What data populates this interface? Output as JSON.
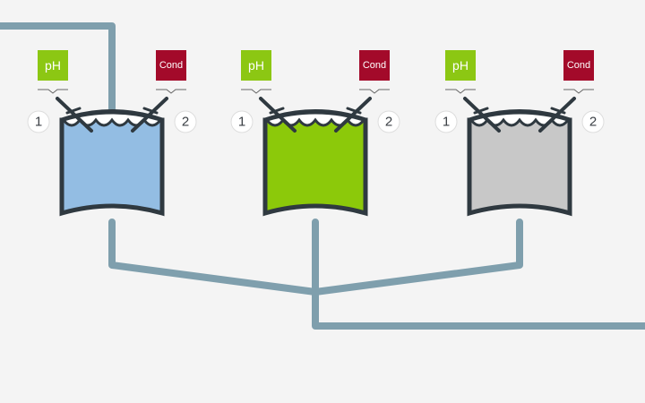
{
  "colors": {
    "background": "#f4f4f4",
    "pipe": "#7f9fad",
    "outline": "#2f3940",
    "ph_badge": "#8cc713",
    "cond_badge": "#a30a2a",
    "number_circle": "#ffffff"
  },
  "tanks": [
    {
      "fill_color": "#93bde3",
      "ph_label": "pH",
      "cond_label": "Cond",
      "sensor_left_number": "1",
      "sensor_right_number": "2"
    },
    {
      "fill_color": "#8cc90a",
      "ph_label": "pH",
      "cond_label": "Cond",
      "sensor_left_number": "1",
      "sensor_right_number": "2"
    },
    {
      "fill_color": "#c8c8c8",
      "ph_label": "pH",
      "cond_label": "Cond",
      "sensor_left_number": "1",
      "sensor_right_number": "2"
    }
  ]
}
